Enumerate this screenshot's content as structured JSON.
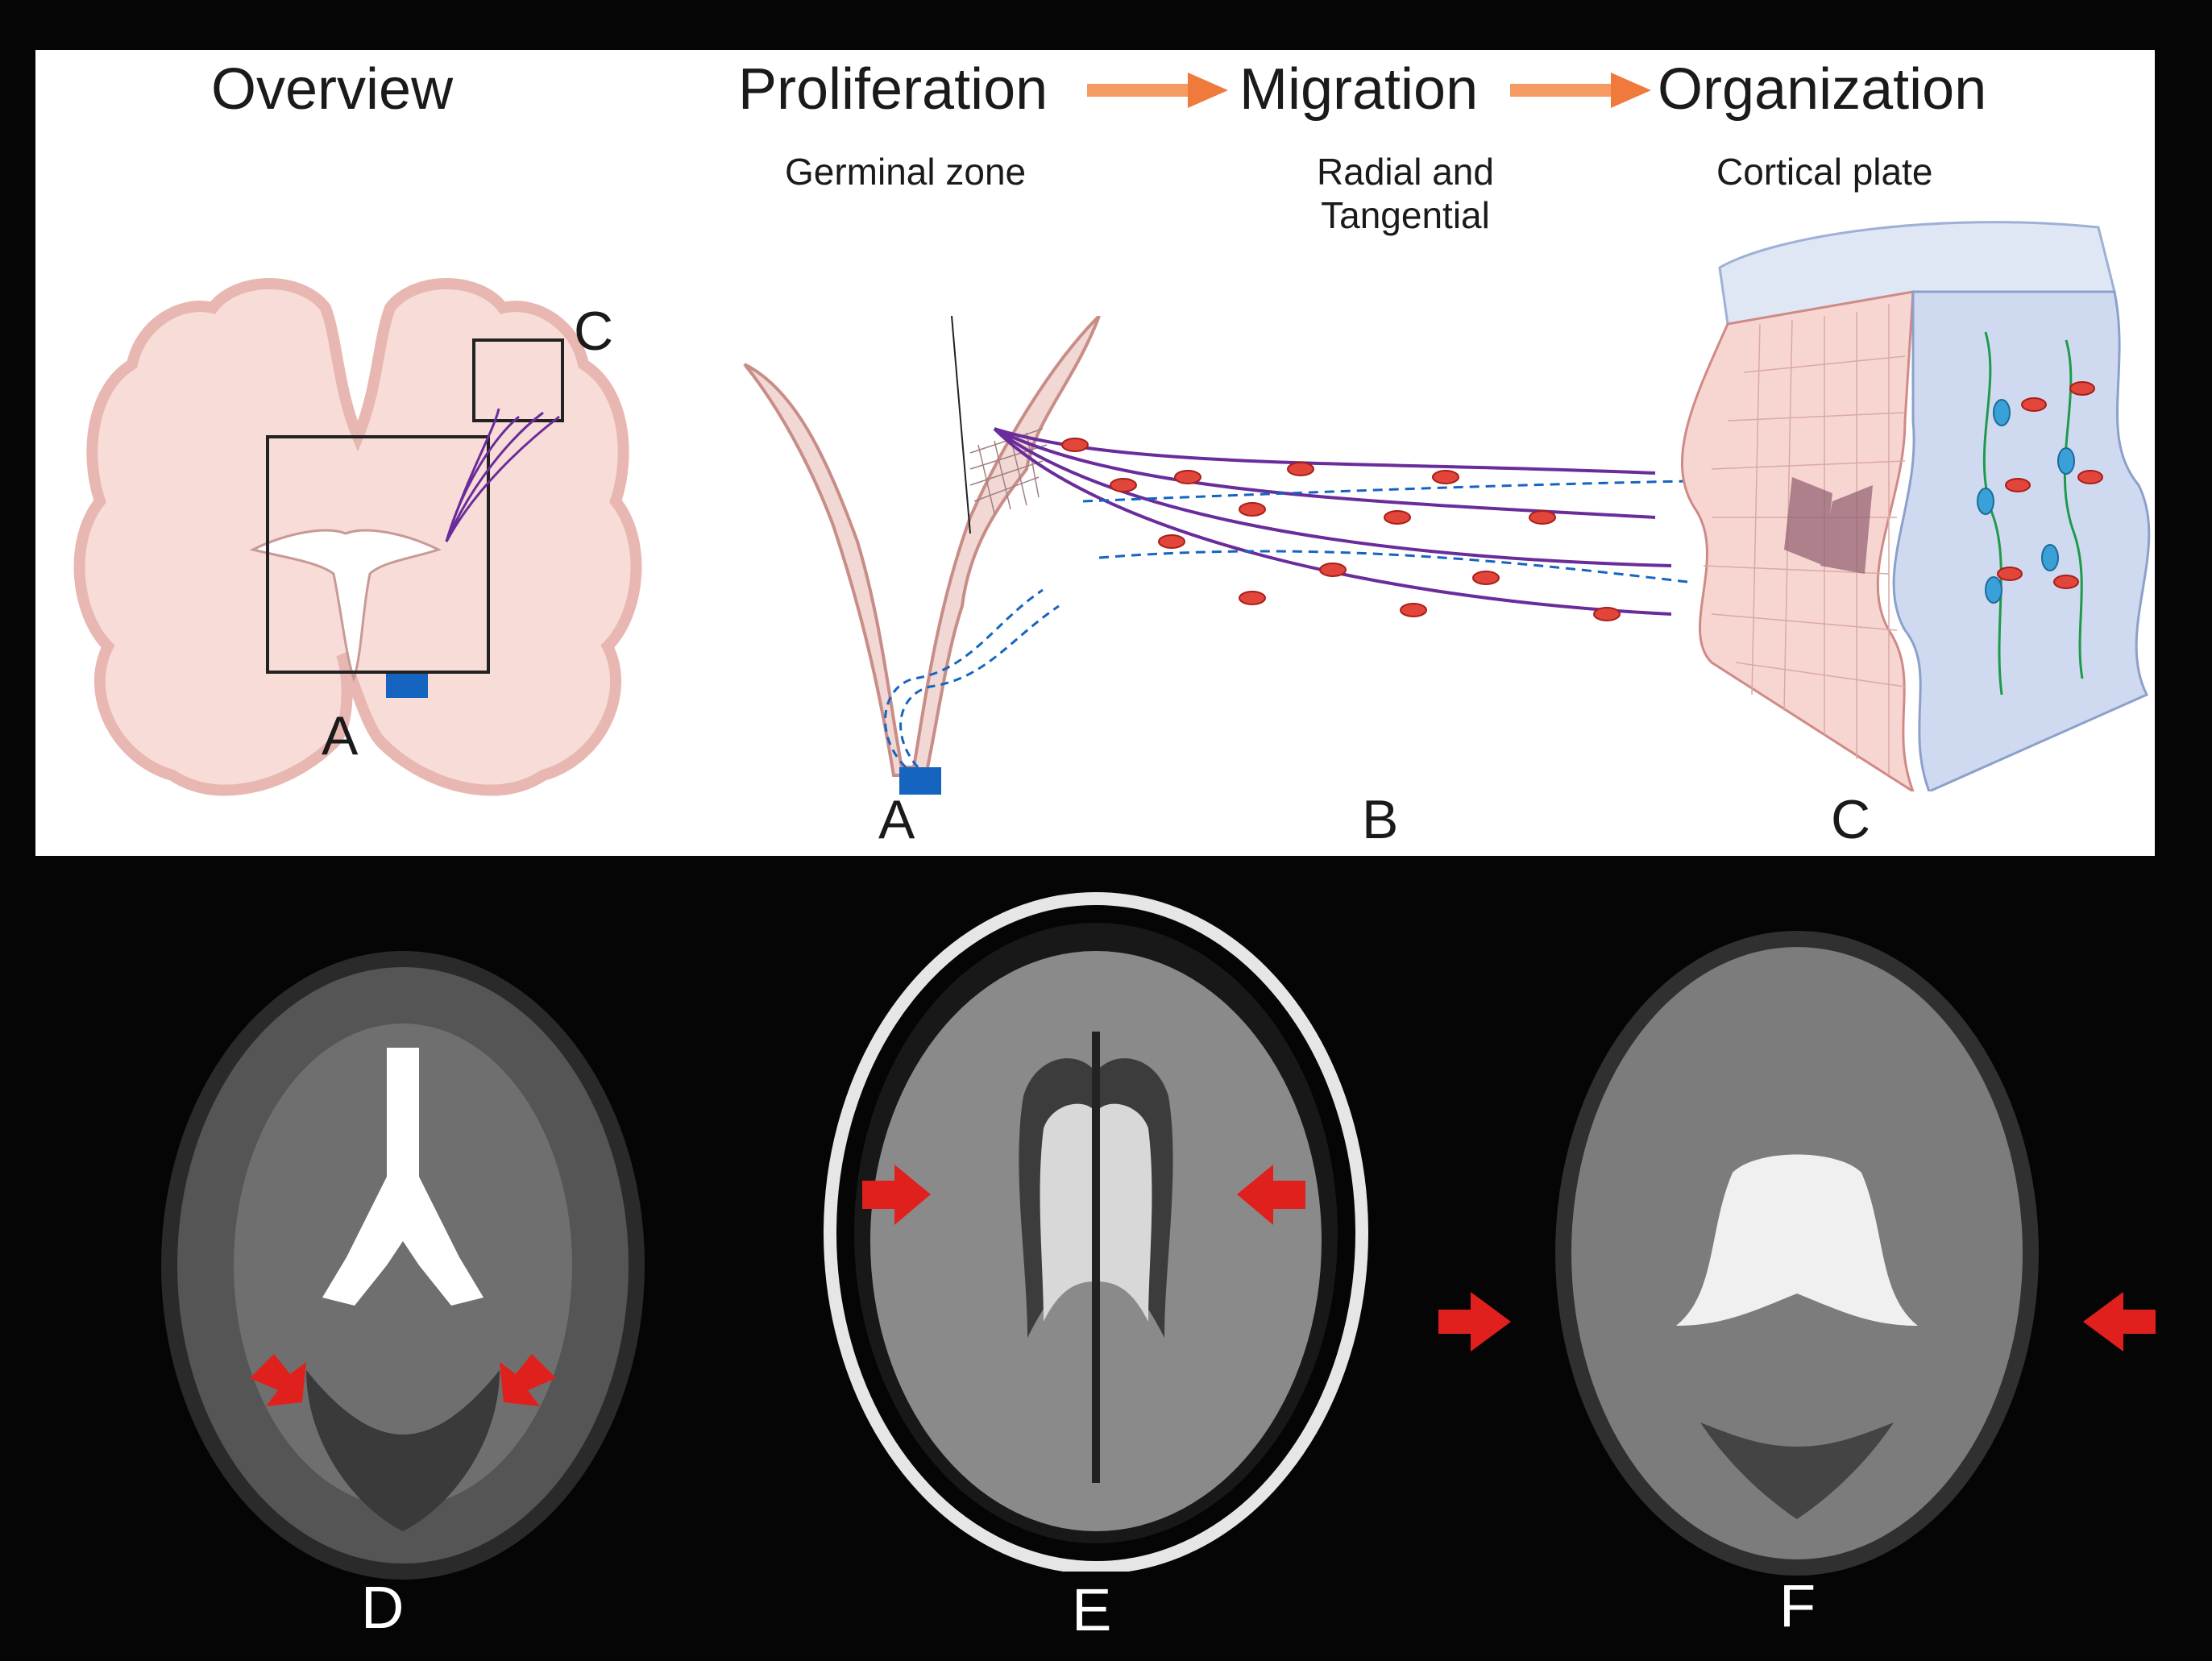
{
  "titles": {
    "overview": "Overview",
    "proliferation": "Proliferation",
    "migration": "Migration",
    "organization": "Organization"
  },
  "sublabels": {
    "germinal": "Germinal zone",
    "radial_line1": "Radial and",
    "radial_line2": "Tangential",
    "cortical": "Cortical plate"
  },
  "overview_labels": {
    "box_c": "C",
    "box_a": "A"
  },
  "panel_letters": {
    "a": "A",
    "b": "B",
    "c": "C"
  },
  "mri_letters": {
    "d": "D",
    "e": "E",
    "f": "F"
  },
  "colors": {
    "tissue": "#f8dcd8",
    "cortex_edge": "#e9b7b2",
    "neuron_path": "#6a2c9a",
    "blue": "#1565c0",
    "arrow": "#f07a3c",
    "red_arrow": "#e0201c"
  }
}
